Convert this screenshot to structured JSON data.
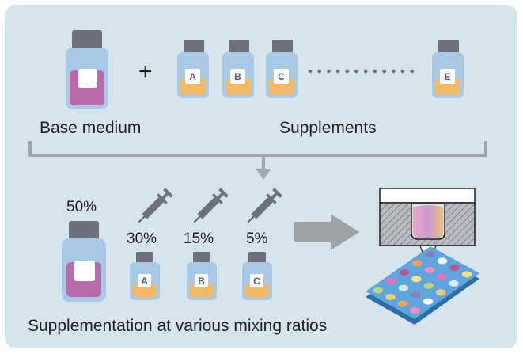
{
  "labels": {
    "base_medium": "Base medium",
    "supplements": "Supplements",
    "caption": "Supplementation at various mixing ratios"
  },
  "plus": "+",
  "supplements_top": [
    "A",
    "B",
    "C",
    "E"
  ],
  "mixing": {
    "base_percent": "50%",
    "items": [
      {
        "letter": "A",
        "percent": "30%"
      },
      {
        "letter": "B",
        "percent": "15%"
      },
      {
        "letter": "C",
        "percent": "5%"
      }
    ]
  },
  "colors": {
    "panel_bg": "#d6e4ec",
    "bottle_cap": "#6d6f79",
    "bottle_glass": "#a9c9e8",
    "base_liquid": "#b86aa8",
    "supplement_liquid": "#f5b865",
    "bracket": "#9fa7ad",
    "arrow": "#a0a3a6",
    "plate": "#5fa5dd"
  },
  "icons": {
    "syringe": "syringe-icon",
    "arrow": "right-arrow-icon",
    "plate": "well-plate-icon"
  }
}
